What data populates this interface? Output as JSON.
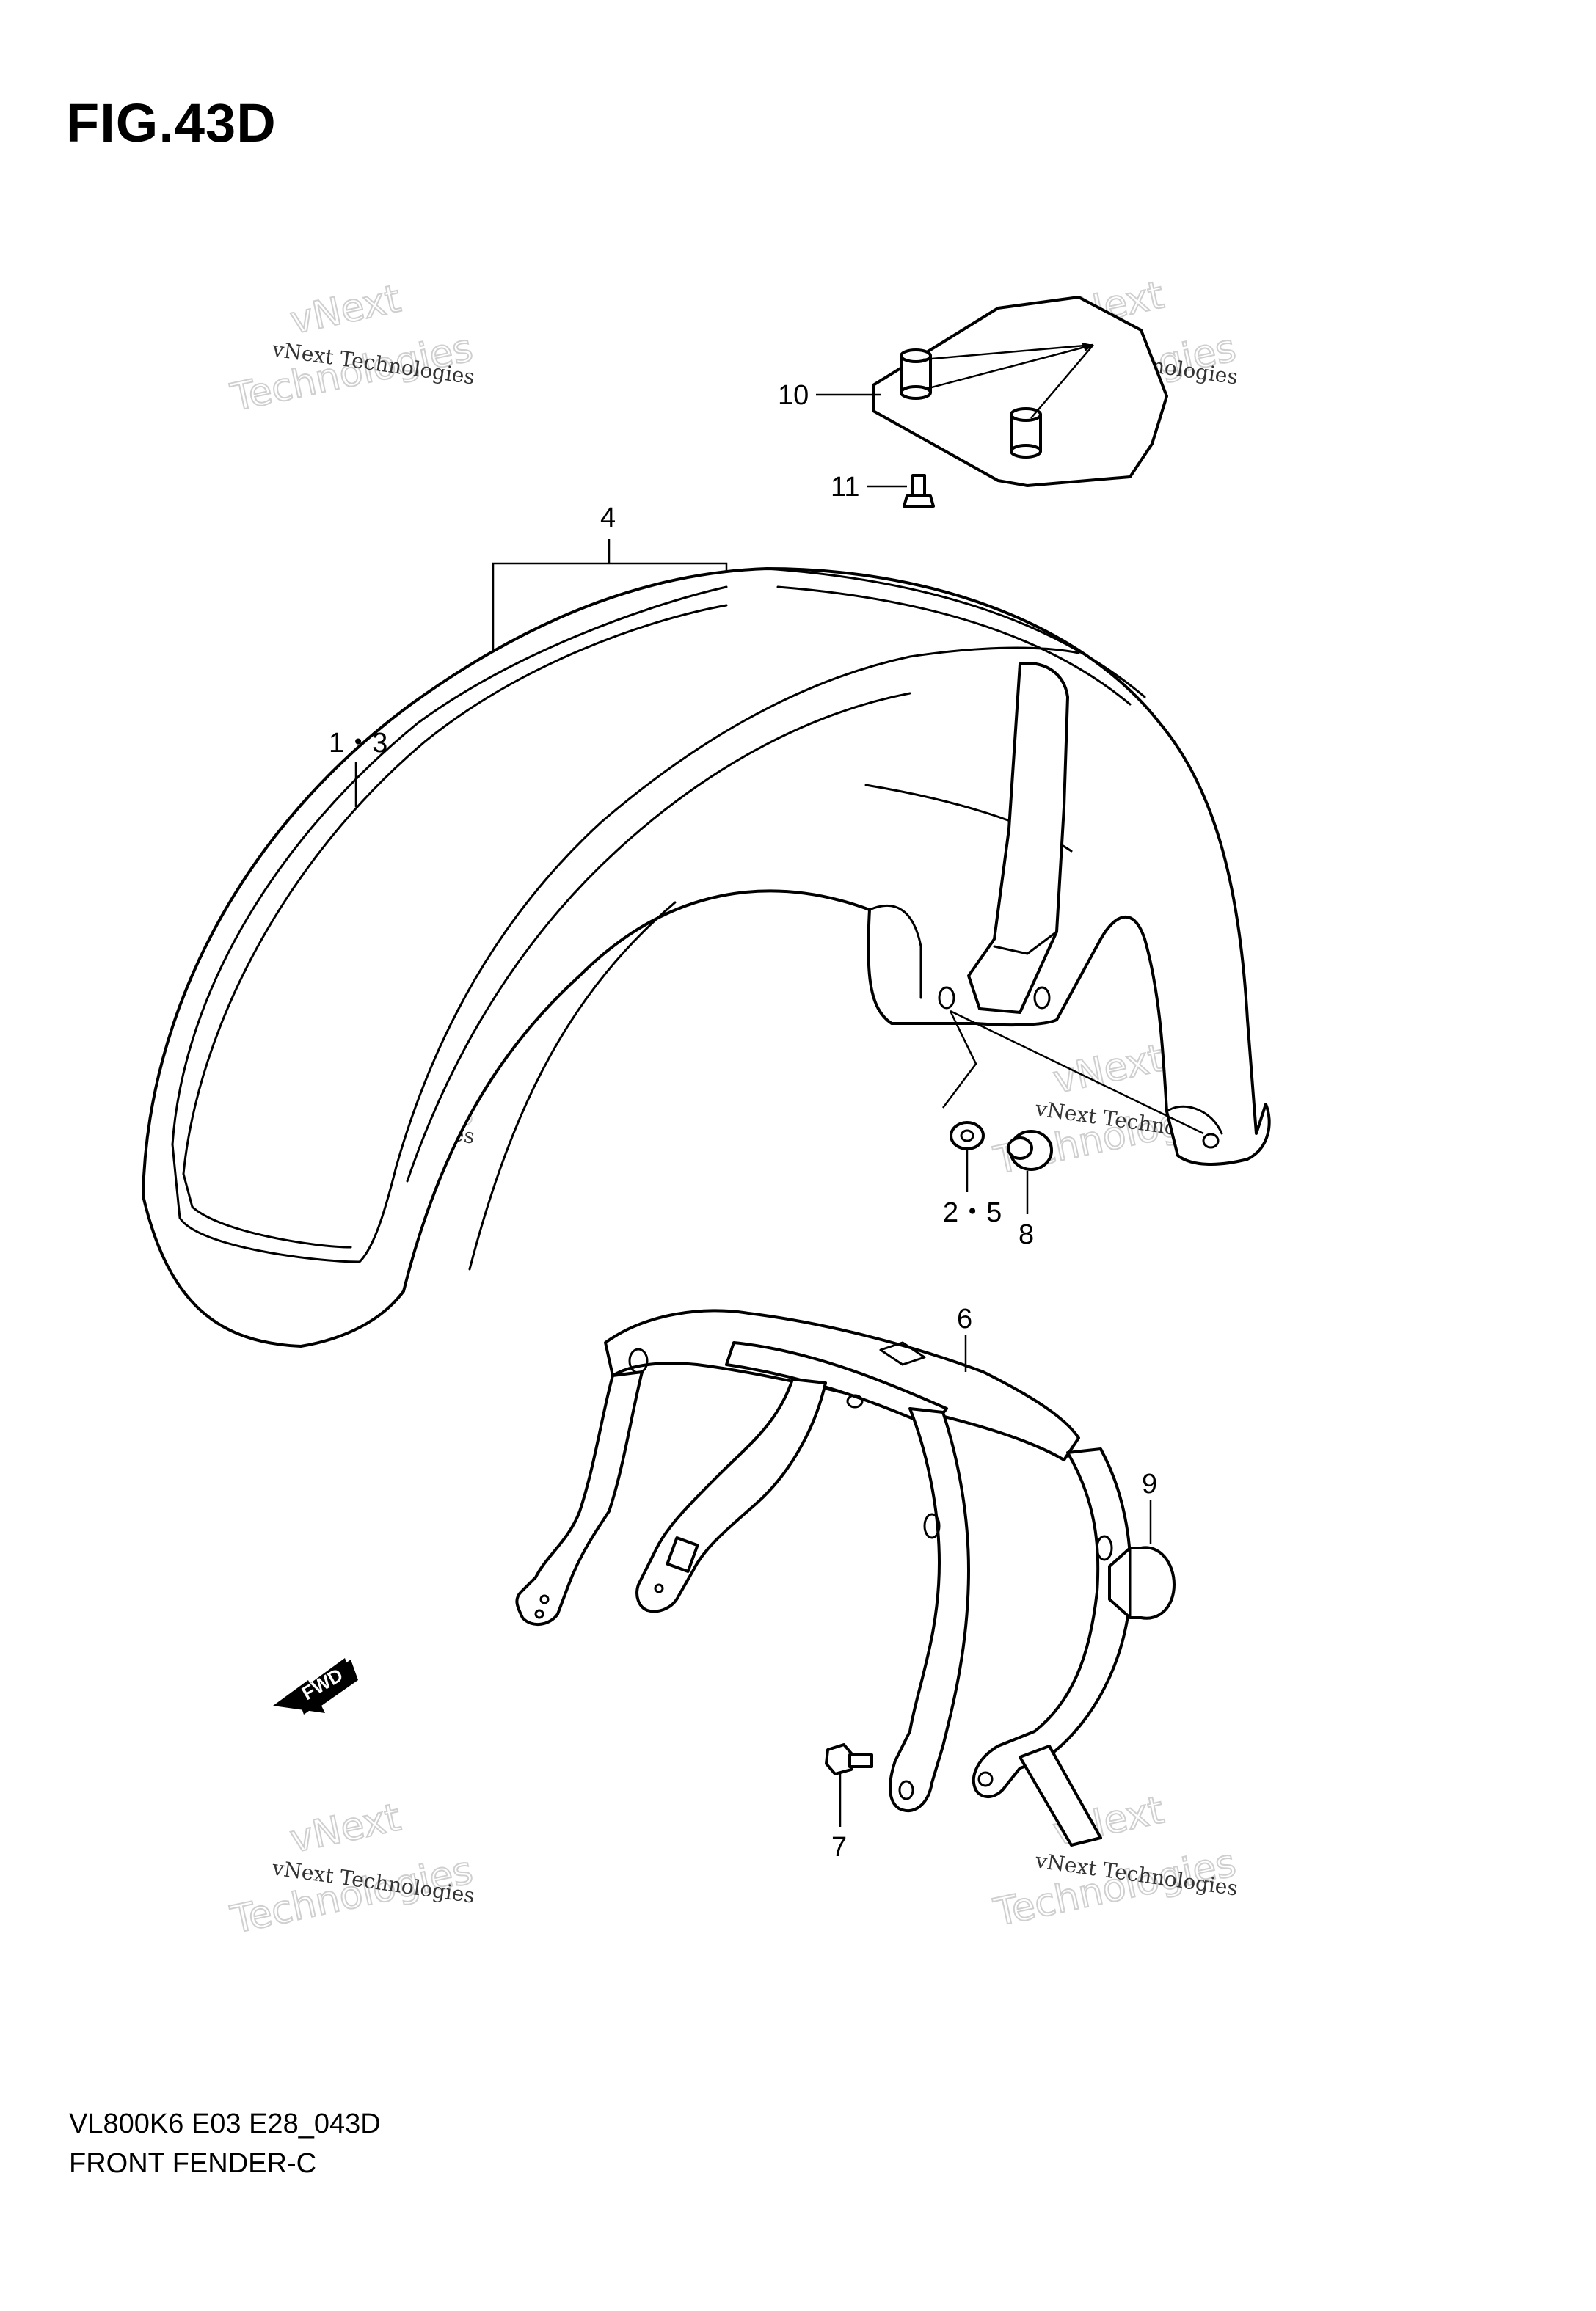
{
  "figure_label": "FIG.43D",
  "footer": {
    "model_code": "VL800K6 E03 E28_043D",
    "section_name": "FRONT FENDER-C"
  },
  "callouts": {
    "c10": "10",
    "c11": "11",
    "c4": "4",
    "c13": "1・3",
    "c25": "2・5",
    "c8": "8",
    "c6": "6",
    "c9": "9",
    "c7": "7"
  },
  "fwd_marker": "FWD",
  "watermark": {
    "line_small": "vNext Technologies",
    "word_vnext": "vNext",
    "word_tech": "Technologies"
  }
}
